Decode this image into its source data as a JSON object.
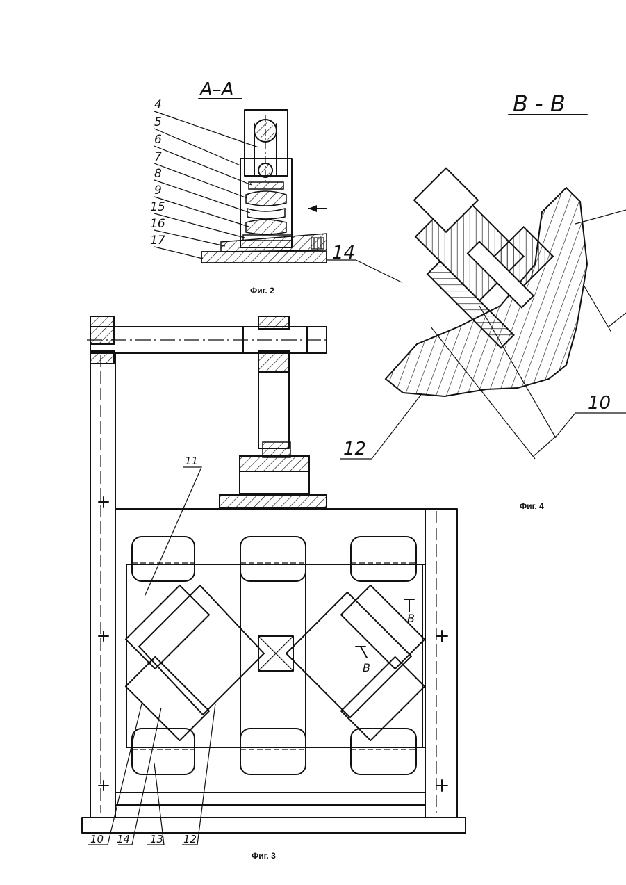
{
  "fig2": {
    "section_label": "А–А",
    "caption": "Фиг. 2",
    "callouts": [
      "4",
      "5",
      "6",
      "7",
      "8",
      "9",
      "15",
      "16",
      "17"
    ]
  },
  "fig3": {
    "caption": "Фиг. 3",
    "callouts": [
      "11",
      "10",
      "14",
      "13",
      "12"
    ],
    "section_mark": "B"
  },
  "fig4": {
    "section_label": "B - B",
    "caption": "Фиг. 4",
    "callouts": [
      "14",
      "12"
    ],
    "dimension": "10"
  }
}
